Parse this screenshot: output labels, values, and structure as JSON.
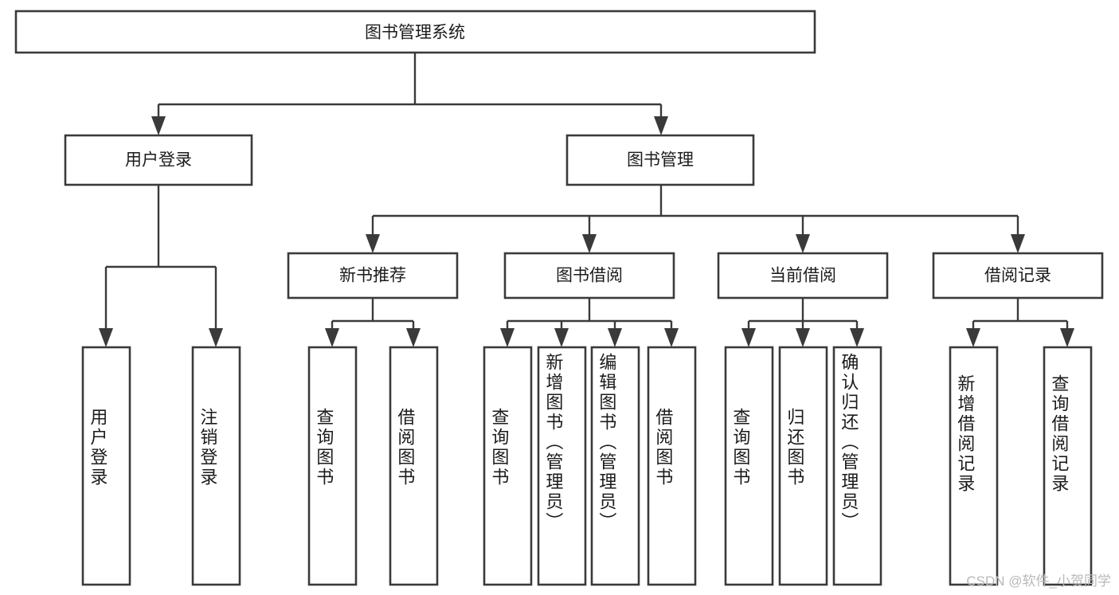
{
  "diagram": {
    "type": "tree",
    "title": "图书管理系统",
    "watermark": "CSDN @软件_小贺同学",
    "colors": {
      "stroke": "#3a3a3a",
      "fill": "#ffffff",
      "text": "#1b1b1b",
      "watermark": "#b9b9b9"
    },
    "root": {
      "label": "图书管理系统",
      "level": 0
    },
    "level1": [
      {
        "label": "用户登录"
      },
      {
        "label": "图书管理"
      }
    ],
    "level2": [
      {
        "label": "新书推荐"
      },
      {
        "label": "图书借阅"
      },
      {
        "label": "当前借阅"
      },
      {
        "label": "借阅记录"
      }
    ],
    "leaves": {
      "user_login": [
        {
          "label": "用户登录"
        },
        {
          "label": "注销登录"
        }
      ],
      "new_book_recommend": [
        {
          "label": "查询图书"
        },
        {
          "label": "借阅图书"
        }
      ],
      "book_borrow": [
        {
          "label": "查询图书"
        },
        {
          "label": "新增图书（管理员）"
        },
        {
          "label": "编辑图书（管理员）"
        },
        {
          "label": "借阅图书"
        }
      ],
      "current_borrow": [
        {
          "label": "查询图书"
        },
        {
          "label": "归还图书"
        },
        {
          "label": "确认归还（管理员）"
        }
      ],
      "borrow_record": [
        {
          "label": "新增借阅记录"
        },
        {
          "label": "查询借阅记录"
        }
      ]
    }
  }
}
